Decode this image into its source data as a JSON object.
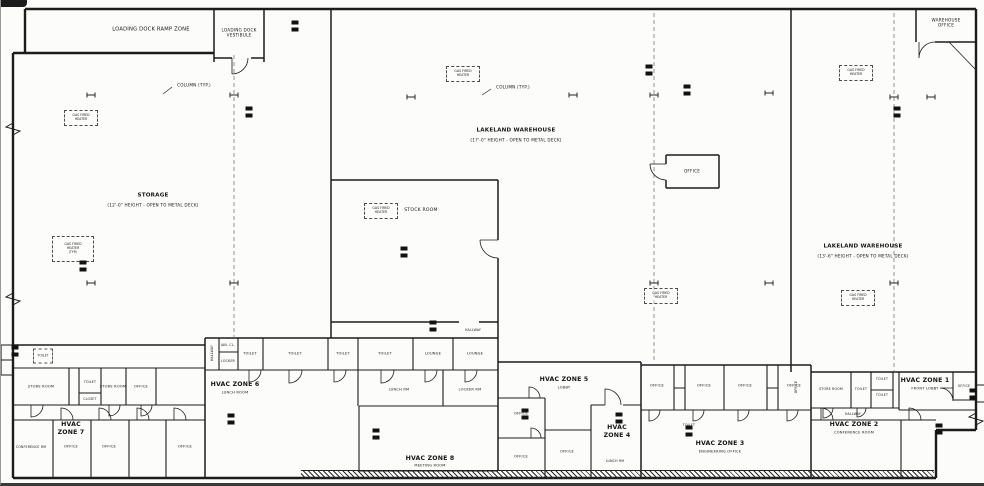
{
  "drawing": {
    "areas": {
      "loading_dock_ramp_zone": "LOADING DOCK RAMP ZONE",
      "loading_dock_vestibule": "LOADING DOCK\nVESTIBULE",
      "warehouse_office": "WAREHOUSE\nOFFICE",
      "storage": {
        "title": "STORAGE",
        "subtitle": "(12'-0\" HEIGHT - OPEN TO METAL DECK)"
      },
      "warehouse_17": {
        "title": "LAKELAND WAREHOUSE",
        "subtitle": "(17'-0\" HEIGHT - OPEN TO METAL DECK)"
      },
      "warehouse_13": {
        "title": "LAKELAND WAREHOUSE",
        "subtitle": "(13'-6\" HEIGHT - OPEN TO METAL DECK)"
      },
      "stock_room": "STOCK ROOM",
      "office_small": "OFFICE"
    },
    "zones": {
      "zone1": {
        "title": "HVAC ZONE 1",
        "subtitle": "FRONT LOBBY"
      },
      "zone2": {
        "title": "HVAC ZONE 2",
        "subtitle": "CONFERENCE ROOM"
      },
      "zone3": {
        "title": "HVAC ZONE 3",
        "subtitle": "ENGINEERING OFFICE"
      },
      "zone4": {
        "title": "HVAC\nZONE 4"
      },
      "zone5": {
        "title": "HVAC ZONE 5",
        "subtitle": "LOBBY"
      },
      "zone6": {
        "title": "HVAC ZONE 6",
        "subtitle": "LUNCH ROOM"
      },
      "zone7": {
        "title": "HVAC\nZONE 7"
      },
      "zone8": {
        "title": "HVAC ZONE 8",
        "subtitle": "MEETING ROOM"
      }
    },
    "rooms": {
      "store_room": "STORE ROOM",
      "toilet": "TOILET",
      "closet": "CLOSET",
      "office": "OFFICE",
      "hallway": "HALLWAY",
      "jan_cl": "JAN. CL.",
      "locker": "LOCKER",
      "lounge": "LOUNGE",
      "lunch_rm": "LUNCH RM",
      "locker_rm": "LOCKER RM",
      "conference_rm": "CONFERENCE RM"
    },
    "annotations": {
      "column_typ": "COLUMN (TYP.)",
      "gas_fired_heater": "GAS FIRED\nHEATER",
      "gas_fired_heater_typ": "GAS FIRED\nHEATER\n(TYP.)"
    },
    "colors": {
      "ink": "#1c1c1c",
      "paper": "#fcfcfa"
    }
  }
}
